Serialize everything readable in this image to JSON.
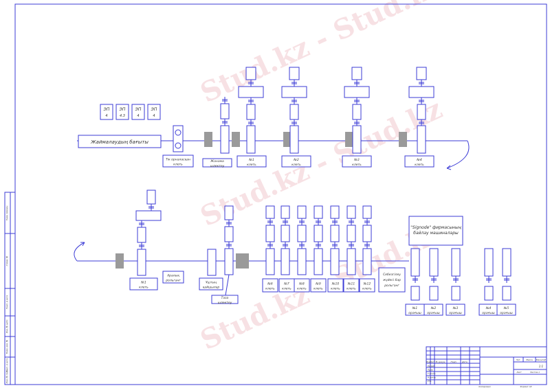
{
  "watermark": "Stud.kz - Stud.kz",
  "top_line": {
    "drives": [
      {
        "a": "ЭП",
        "b": "4"
      },
      {
        "a": "ЭП",
        "b": "4.3"
      },
      {
        "a": "ЭП",
        "b": "4"
      },
      {
        "a": "ЭП",
        "b": "4"
      }
    ],
    "direction_label": "Жаймалаудың бағыты",
    "labels": [
      "Тік орналасқан клеть",
      "Жанама шлектеу",
      "№1 клеть",
      "№2 клеть",
      "№3 клеть",
      "№4 клеть"
    ]
  },
  "bottom_line": {
    "labels": [
      "№1 клеть",
      "Аралық рольганг",
      "Ұштың қайшылар",
      "Таза шлектеу",
      "№6 клеть",
      "№7 клеть",
      "№8 клеть",
      "№9 клеть",
      "№10 клеть",
      "№11 клеть",
      "№12 клеть",
      "Себезгілеу жүйесі бар рольганг"
    ],
    "signode_label": "\"Signode\" фирмасының байлау машиналары",
    "coilers": [
      "№1 орағыш",
      "№2 орағыш",
      "№3 орағыш",
      "№4 орағыш",
      "№5 орағыш"
    ]
  },
  "title_block": {
    "headers": [
      "Изм",
      "Лист",
      "№ докум.",
      "Подп.",
      "Дата"
    ],
    "rows": [
      "Разраб.",
      "Пров.",
      "Т.контр.",
      "Н.контр.",
      "Утв."
    ],
    "lit": "Лит.",
    "mass": "Масса",
    "scale": "Масштаб",
    "scale_value": "1:1",
    "sheet": "Лист",
    "sheets": "Листов 1",
    "copied": "Копировал",
    "format": "Формат А3"
  },
  "margin_labels": [
    "Перв. примен.",
    "Справ. №",
    "Подп. и дата",
    "Инв. № дубл.",
    "Взам. инв. №",
    "Подп. и дата",
    "Инв. № подл."
  ]
}
